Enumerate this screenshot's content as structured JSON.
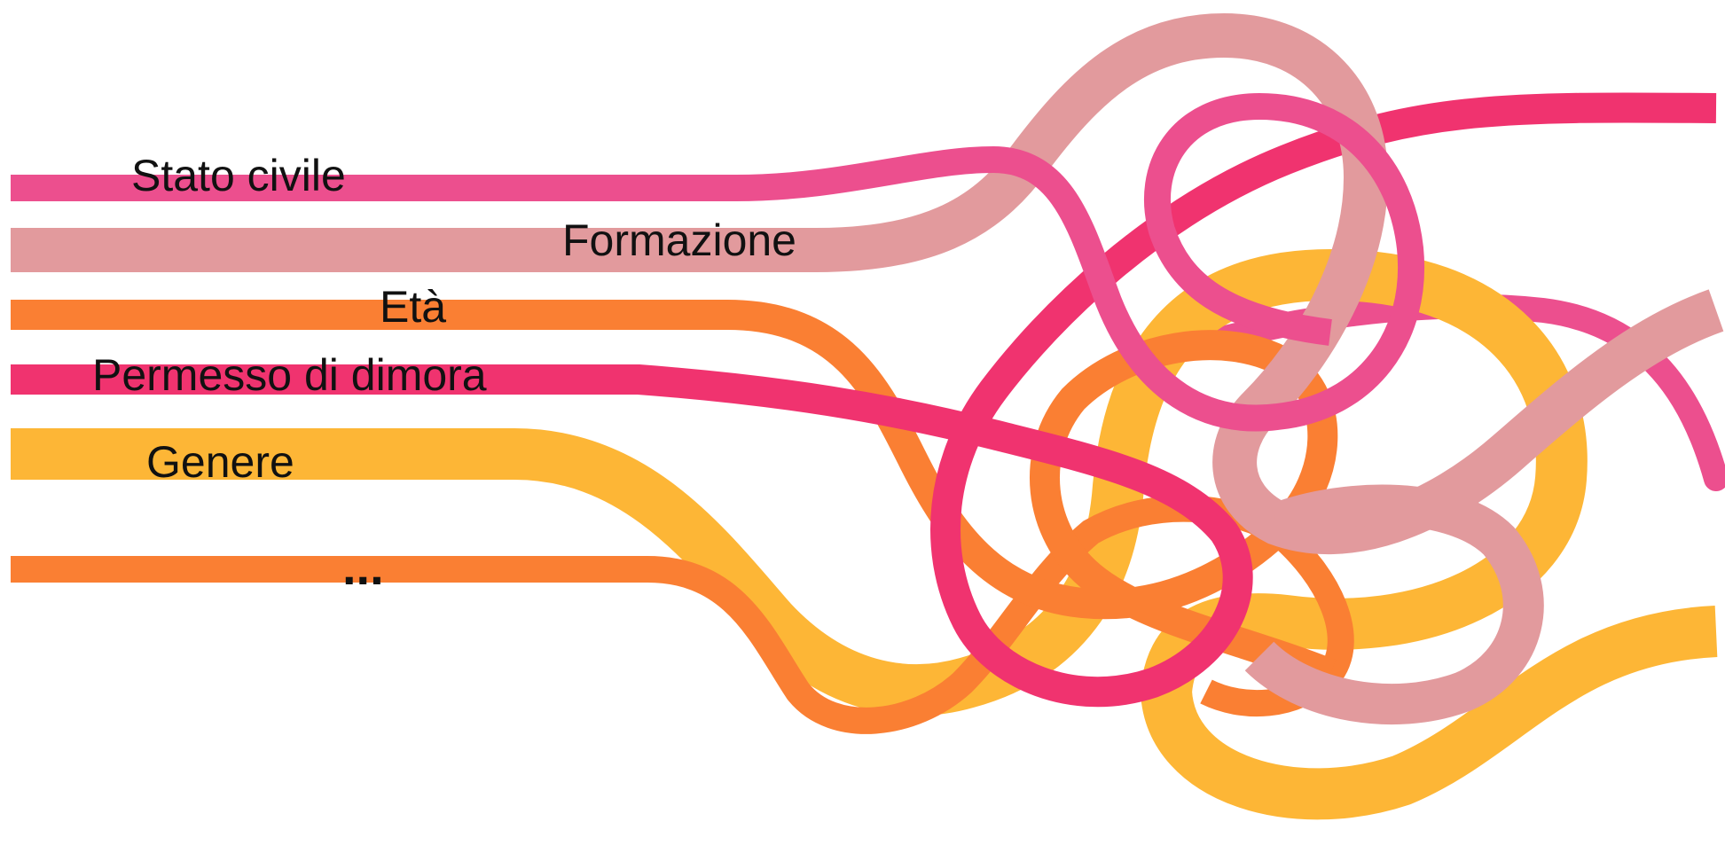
{
  "labels": {
    "stato_civile": "Stato civile",
    "formazione": "Formazione",
    "eta": "Età",
    "permesso_di_dimora": "Permesso di dimora",
    "genere": "Genere",
    "more": "..."
  },
  "colors": {
    "pink": "#ec4f8e",
    "rose": "#e29a9d",
    "orange": "#fa7f33",
    "magenta": "#f0336f",
    "yellow": "#fdb636",
    "text": "#111111",
    "background": "#ffffff"
  }
}
